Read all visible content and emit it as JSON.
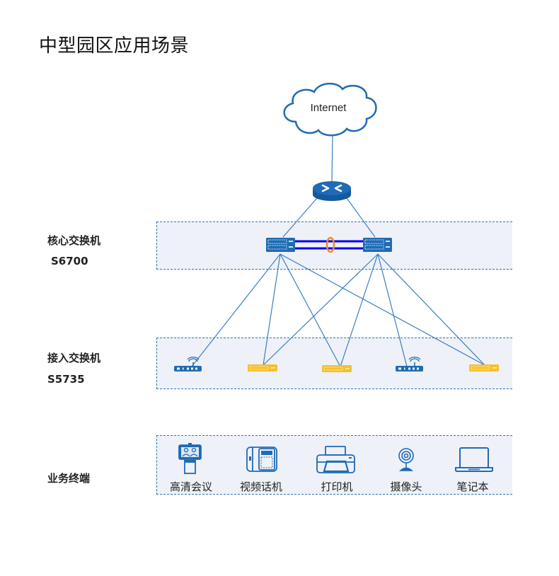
{
  "title": "中型园区应用场景",
  "internet": {
    "label": "Internet",
    "icon": "cloud-icon"
  },
  "router": {
    "icon": "router-icon"
  },
  "tiers": {
    "core": {
      "label": "核心交换机",
      "model": "S6700"
    },
    "access": {
      "label": "接入交换机",
      "model": "S5735"
    },
    "terminals": {
      "label": "业务终端"
    }
  },
  "core_switches": [
    {
      "name": "core-switch-left",
      "icon": "switch-icon"
    },
    {
      "name": "core-switch-right",
      "icon": "switch-icon"
    }
  ],
  "stack_link": {
    "icon": "stack-ring-icon"
  },
  "access_devices": [
    {
      "type": "wireless-ap",
      "icon": "wifi-ap-icon"
    },
    {
      "type": "switch",
      "icon": "switch-icon"
    },
    {
      "type": "switch",
      "icon": "switch-icon"
    },
    {
      "type": "wireless-ap",
      "icon": "wifi-ap-icon"
    },
    {
      "type": "switch",
      "icon": "switch-icon"
    }
  ],
  "terminals": [
    {
      "label": "高清会议",
      "icon": "video-conference-icon"
    },
    {
      "label": "视频话机",
      "icon": "video-phone-icon"
    },
    {
      "label": "打印机",
      "icon": "printer-icon"
    },
    {
      "label": "摄像头",
      "icon": "camera-icon"
    },
    {
      "label": "笔记本",
      "icon": "laptop-icon"
    }
  ],
  "colors": {
    "primary_blue": "#1f6bb5",
    "link_blue": "#3b7fc4",
    "stack_blue": "#0000ee",
    "stack_ring": "#f08a24",
    "access_switch_yellow": "#f6c02c",
    "zone_fill": "#eef1f7"
  }
}
